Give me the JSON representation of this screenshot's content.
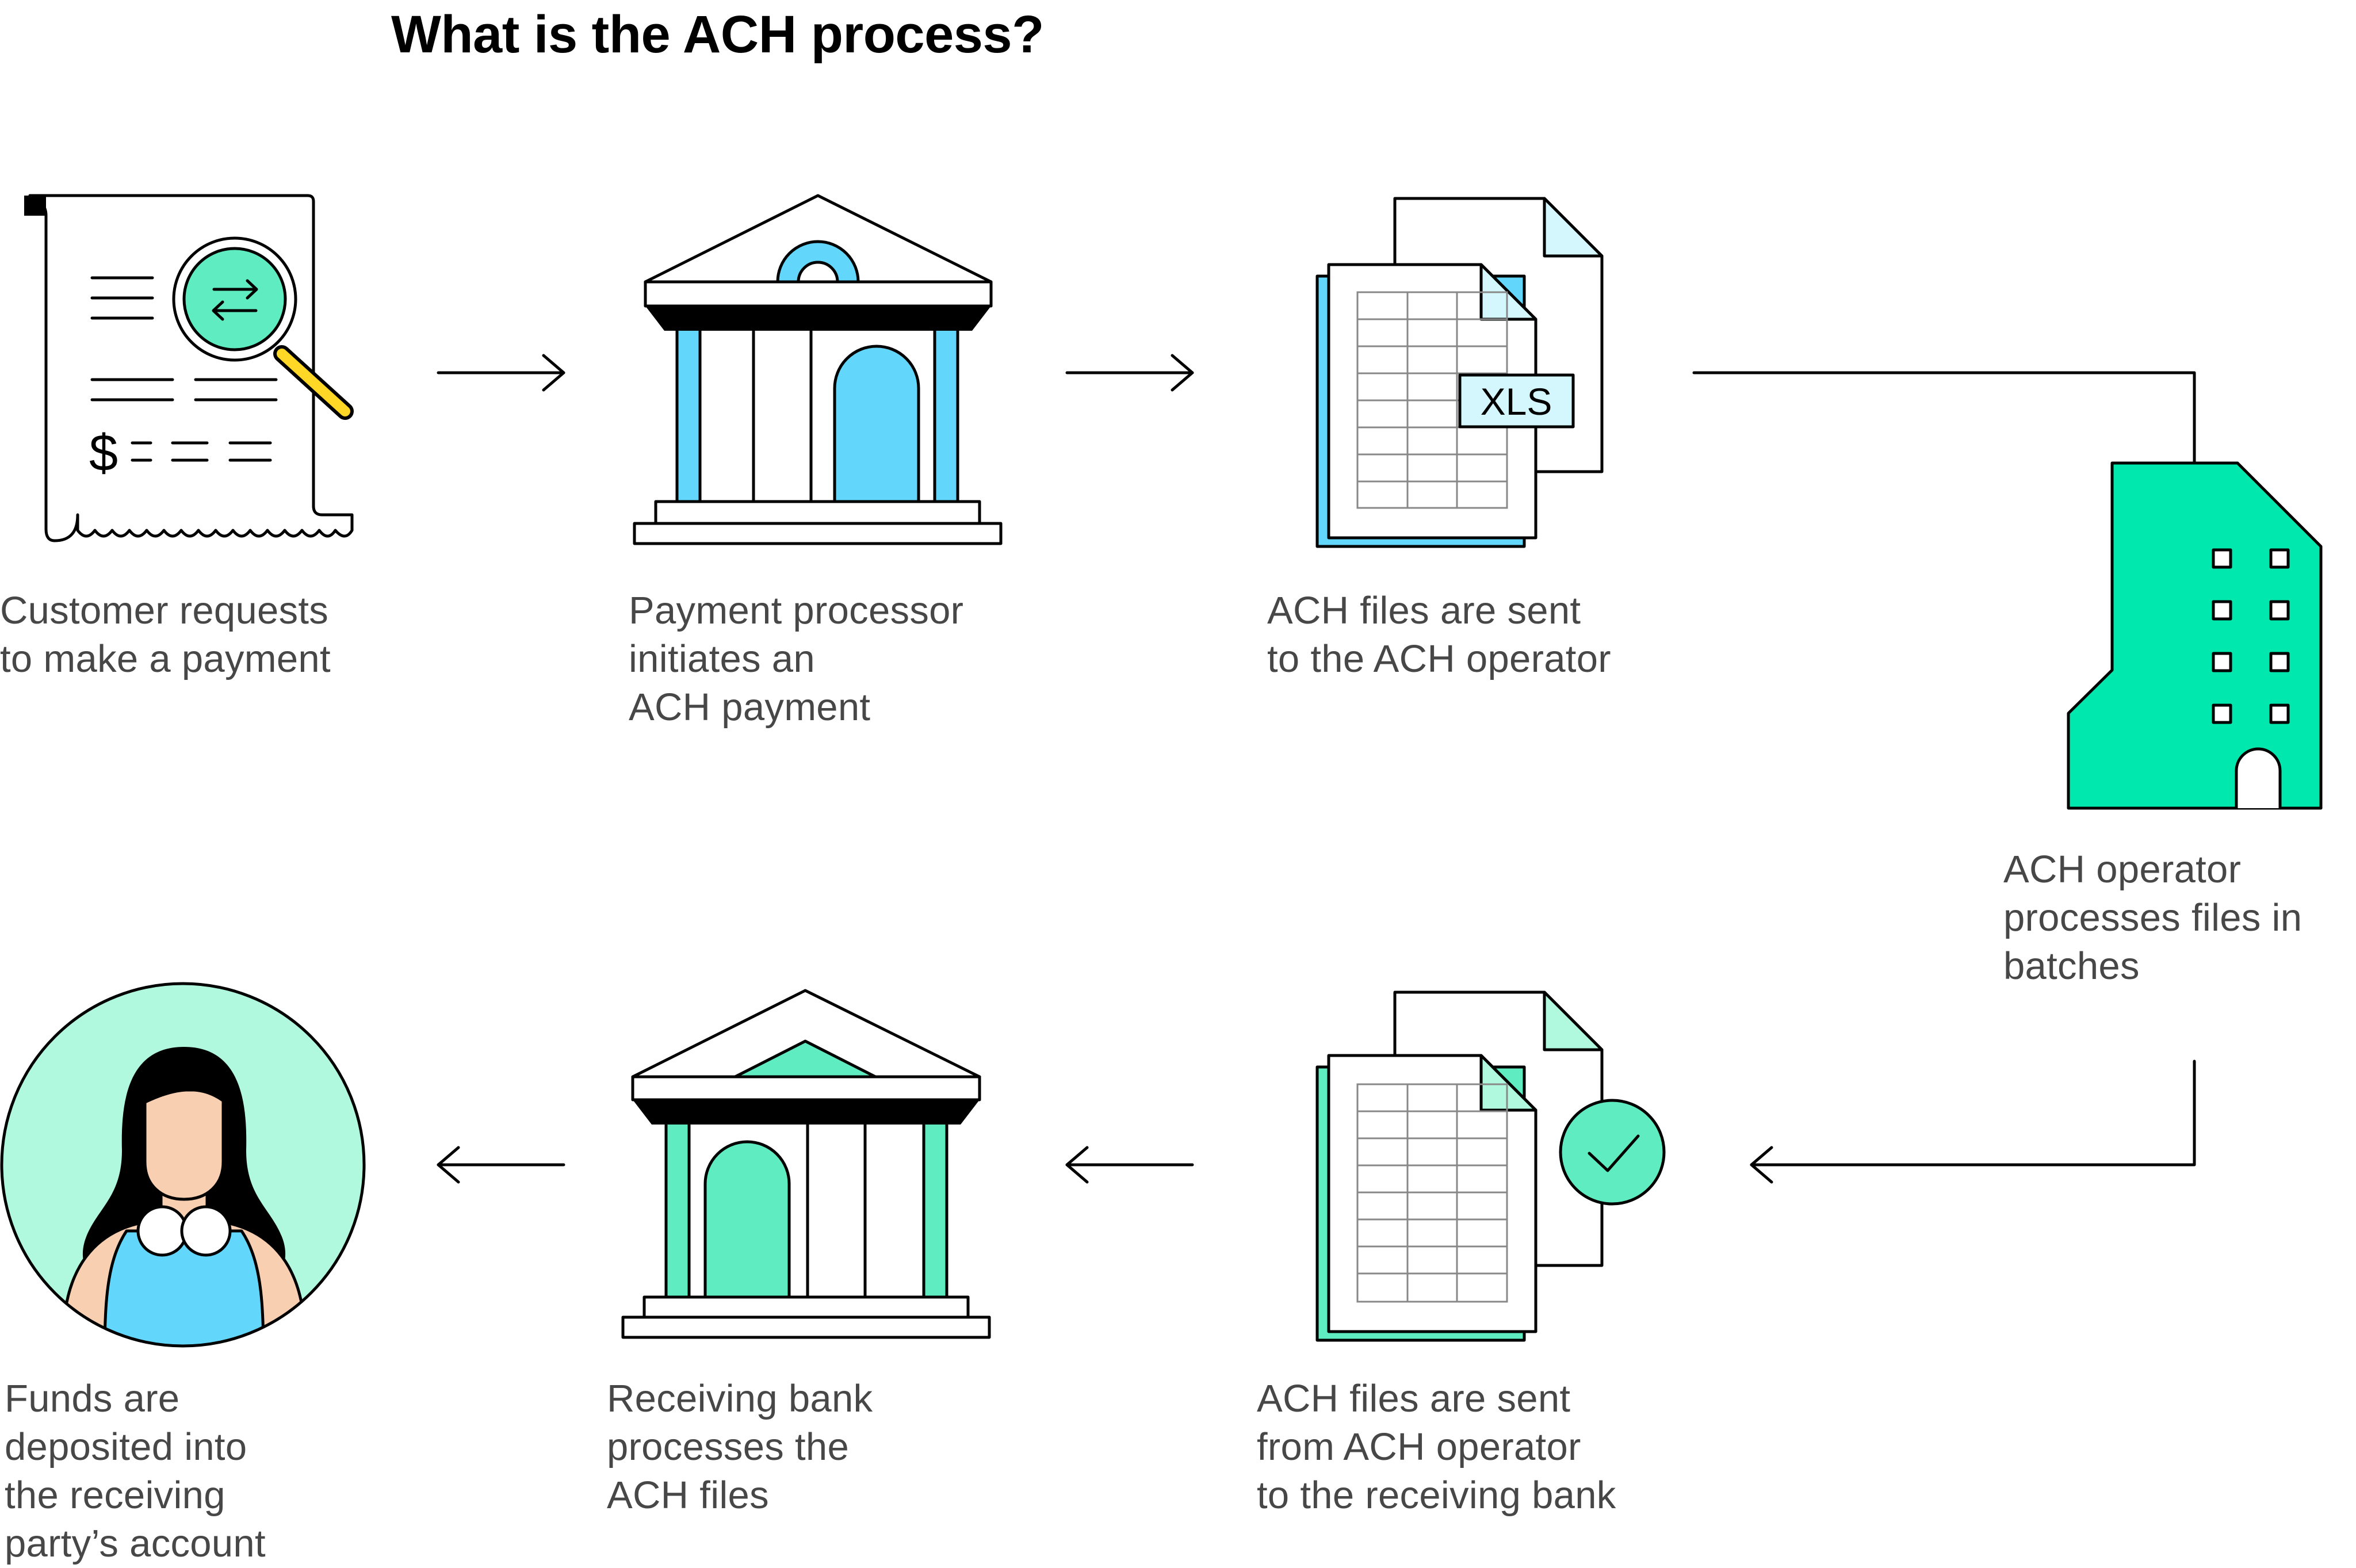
{
  "title": "What is the ACH process?",
  "colors": {
    "green": "#5EECC0",
    "blue": "#63D6FB",
    "mint": "#00E8AE",
    "light_mint": "#B0F8DE",
    "light_blue": "#D4F6FD",
    "skin": "#F9CFB2",
    "yellow": "#FFD726"
  },
  "steps": [
    {
      "icon": "receipt-magnifier-icon",
      "caption": [
        "Customer requests",
        "to make a payment"
      ]
    },
    {
      "icon": "bank-building-icon",
      "caption": [
        "Payment processor",
        "initiates an",
        "ACH payment"
      ]
    },
    {
      "icon": "xls-files-icon",
      "badge": "XLS",
      "caption": [
        "ACH files are sent",
        "to the ACH operator"
      ]
    },
    {
      "icon": "office-building-icon",
      "caption": [
        "ACH operator",
        "processes files in",
        "batches"
      ]
    },
    {
      "icon": "checked-files-icon",
      "caption": [
        "ACH files are sent",
        "from ACH operator",
        "to the receiving bank"
      ]
    },
    {
      "icon": "bank-building-icon",
      "caption": [
        "Receiving bank",
        "processes the",
        "ACH files"
      ]
    },
    {
      "icon": "person-avatar-icon",
      "caption": [
        "Funds are",
        "deposited into",
        "the receiving",
        "party’s account"
      ]
    }
  ]
}
